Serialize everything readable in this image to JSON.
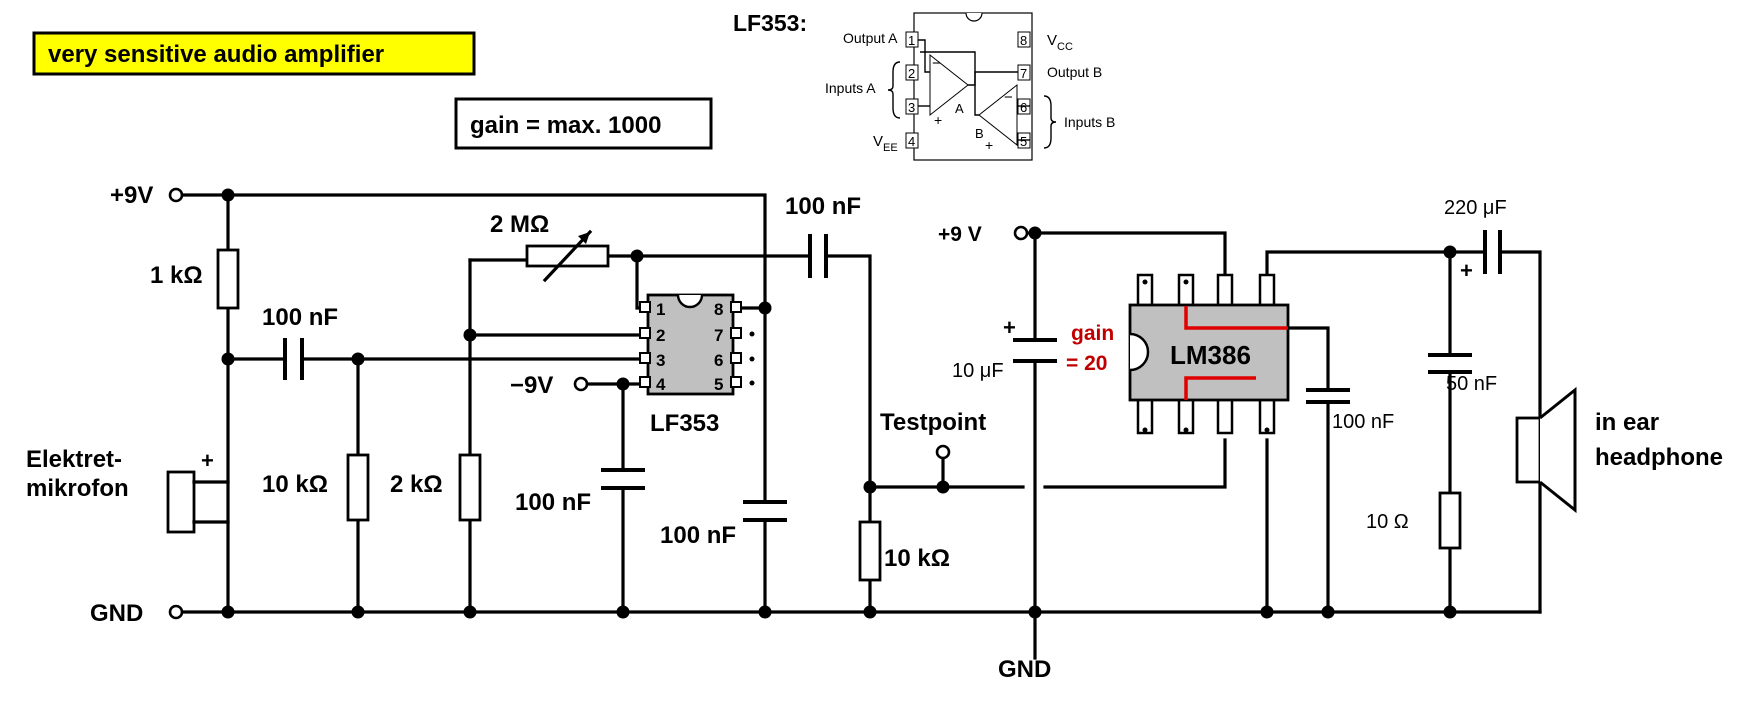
{
  "title": "very sensitive audio amplifier",
  "colors": {
    "title_bg": "#ffff00",
    "chip_fill": "#c0c0c0",
    "gain_text": "#c00000",
    "red_trace": "#e00000"
  },
  "gain_box": "gain = max. 1000",
  "lf353_pinout": {
    "heading": "LF353:",
    "output_a": "Output A",
    "output_b": "Output B",
    "inputs_a": "Inputs A",
    "inputs_b": "Inputs B",
    "vcc": "V",
    "vcc_sub": "CC",
    "vee": "V",
    "vee_sub": "EE",
    "amp_a": "A",
    "amp_b": "B",
    "minus": "−",
    "plus": "+",
    "pins": [
      "1",
      "2",
      "3",
      "4",
      "5",
      "6",
      "7",
      "8"
    ]
  },
  "terminals": {
    "plus9v_left": "+9V",
    "minus9v": "−9V",
    "gnd_left": "GND",
    "plus9v_right": "+9 V",
    "gnd_bottom": "GND",
    "testpoint": "Testpoint"
  },
  "components": {
    "r1k": "1 kΩ",
    "c100n_input": "100 nF",
    "mic": "Elektret-\nmikrofon",
    "mic_plus": "+",
    "r10k_left": "10 kΩ",
    "r2k": "2 kΩ",
    "pot2m": "2 MΩ",
    "ic1_label": "LF353",
    "c100n_neg": "100 nF",
    "c100n_pos": "100 nF",
    "c100n_coupling": "100 nF",
    "r10k_test": "10 kΩ",
    "c10u": "10 μF",
    "c10u_plus": "+",
    "gain_label": "gain\n= 20",
    "ic2_label": "LM386",
    "c100n_lm386": "100 nF",
    "c220u": "220 μF",
    "c220u_plus": "+",
    "c50n": "50 nF",
    "r10": "10 Ω",
    "headphone": "in ear\nheadphone"
  }
}
